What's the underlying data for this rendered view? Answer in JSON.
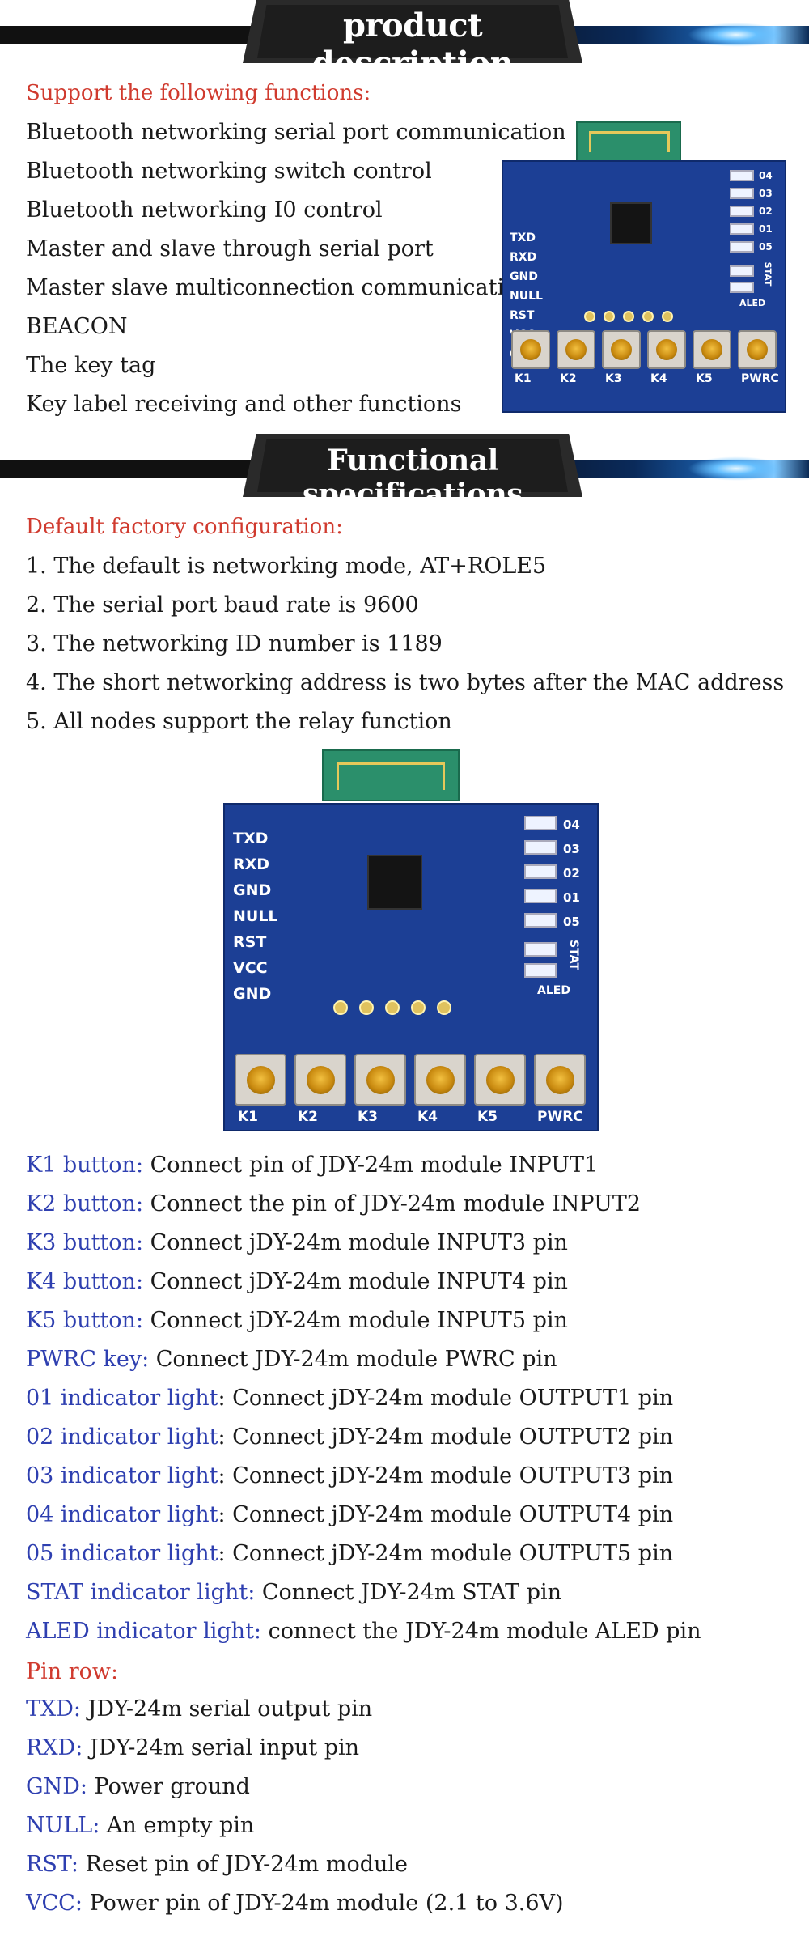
{
  "banner1": {
    "title": "product description"
  },
  "banner2": {
    "title": "Functional specifications"
  },
  "functions": {
    "heading": "Support the following functions:",
    "items": [
      "Bluetooth networking serial port communication",
      "Bluetooth networking switch control",
      "Bluetooth networking I0 control",
      "Master and slave through serial port",
      "Master slave multiconnection communication",
      "BEACON",
      "The key tag",
      "Key label receiving and other functions"
    ]
  },
  "config": {
    "heading": "Default factory configuration:",
    "items": [
      "1. The default is networking mode, AT+ROLE5",
      "2. The serial port baud rate is 9600",
      "3. The networking ID number is 1189",
      "4. The short networking address is two bytes after the MAC address",
      "5. All nodes support the relay function"
    ]
  },
  "board": {
    "pins": [
      "TXD",
      "RXD",
      "GND",
      "NULL",
      "RST",
      "VCC",
      "GND"
    ],
    "buttons": [
      "K1",
      "K2",
      "K3",
      "K4",
      "K5",
      "PWRC"
    ],
    "leds": [
      "04",
      "03",
      "02",
      "01",
      "05"
    ],
    "stat": "STAT",
    "aled": "ALED",
    "pcb_color": "#1c3f95"
  },
  "mapping": {
    "items": [
      {
        "key": "K1 button:",
        "desc": " Connect pin of JDY-24m module INPUT1"
      },
      {
        "key": "K2 button:",
        "desc": " Connect the pin of JDY-24m module INPUT2"
      },
      {
        "key": "K3 button:",
        "desc": " Connect jDY-24m module INPUT3 pin"
      },
      {
        "key": "K4 button:",
        "desc": " Connect jDY-24m module INPUT4 pin"
      },
      {
        "key": "K5 button:",
        "desc": " Connect jDY-24m module INPUT5 pin"
      },
      {
        "key": "PWRC key:",
        "desc": " Connect JDY-24m module PWRC pin"
      },
      {
        "key": "01 indicator light",
        "desc": ": Connect jDY-24m module OUTPUT1 pin"
      },
      {
        "key": "02 indicator light",
        "desc": ": Connect jDY-24m module OUTPUT2 pin"
      },
      {
        "key": "03 indicator light",
        "desc": ": Connect jDY-24m module OUTPUT3 pin"
      },
      {
        "key": "04 indicator light",
        "desc": ": Connect jDY-24m module OUTPUT4 pin"
      },
      {
        "key": "05 indicator light",
        "desc": ": Connect jDY-24m module OUTPUT5 pin"
      },
      {
        "key": "STAT indicator light:",
        "desc": " Connect JDY-24m STAT pin"
      },
      {
        "key": "ALED indicator light:",
        "desc": " connect the JDY-24m module ALED pin"
      }
    ]
  },
  "pinrow": {
    "heading": "Pin row:",
    "items": [
      {
        "key": "TXD:",
        "desc": " JDY-24m serial output pin"
      },
      {
        "key": "RXD:",
        "desc": " JDY-24m serial input pin"
      },
      {
        "key": "GND:",
        "desc": " Power ground"
      },
      {
        "key": "NULL:",
        "desc": " An empty pin"
      },
      {
        "key": "RST:",
        "desc": " Reset pin of JDY-24m module"
      },
      {
        "key": "VCC:",
        "desc": " Power pin of JDY-24m module (2.1 to 3.6V)"
      }
    ]
  },
  "colors": {
    "heading_red": "#d03a2e",
    "key_blue": "#2e3fb0"
  }
}
